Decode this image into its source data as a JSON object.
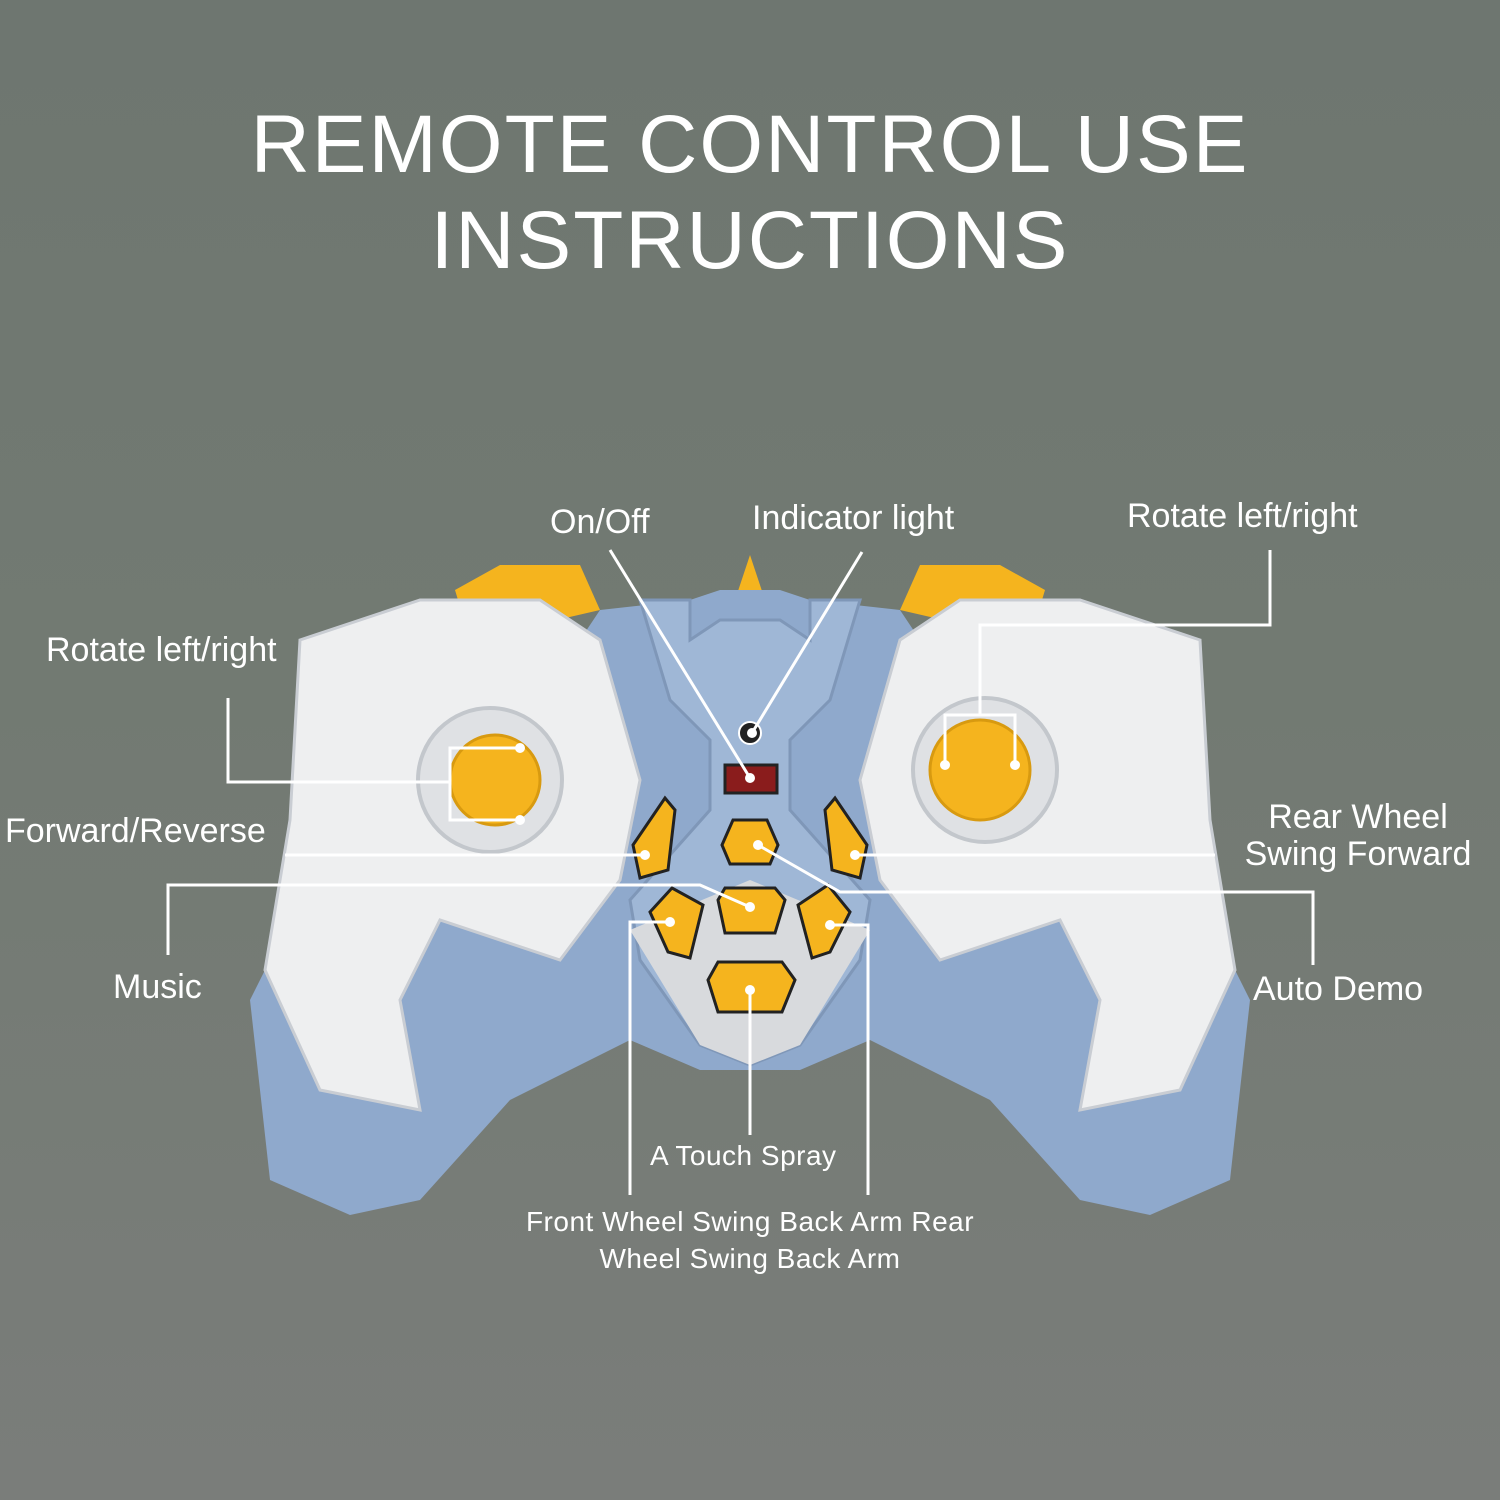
{
  "title": {
    "line1": "REMOTE CONTROL USE",
    "line2": "INSTRUCTIONS"
  },
  "labels": {
    "on_off": "On/Off",
    "indicator_light": "Indicator light",
    "rotate_right_stick": "Rotate left/right",
    "rotate_left_stick": "Rotate left/right",
    "forward_reverse": "Forward/Reverse",
    "rear_wheel_line1": "Rear Wheel",
    "rear_wheel_line2": "Swing Forward",
    "music": "Music",
    "auto_demo": "Auto Demo",
    "touch_spray": "A Touch Spray",
    "arm_line1": "Front Wheel Swing Back Arm Rear",
    "arm_line2": "Wheel Swing Back Arm"
  },
  "colors": {
    "accent": "#f5b41e",
    "body_blue": "#8fa9cc",
    "shell_white": "#eeeff0",
    "indicator": "#8a1c1c"
  }
}
